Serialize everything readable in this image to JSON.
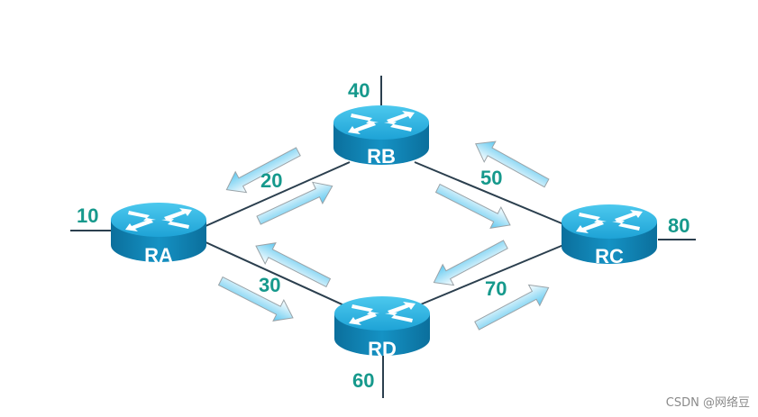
{
  "routers": {
    "ra": {
      "label": "RA"
    },
    "rb": {
      "label": "RB"
    },
    "rc": {
      "label": "RC"
    },
    "rd": {
      "label": "RD"
    }
  },
  "networks": {
    "n10": "10",
    "n20": "20",
    "n30": "30",
    "n40": "40",
    "n50": "50",
    "n60": "60",
    "n70": "70",
    "n80": "80"
  },
  "colors": {
    "router_top": "#2bb7e0",
    "router_side": "#0f7fb0",
    "label_green": "#16998c",
    "link": "#2b3f4e",
    "arrow_fill_light": "#ffffff",
    "arrow_fill_dark": "#5ec8f0"
  },
  "watermark": "CSDN @网络豆"
}
